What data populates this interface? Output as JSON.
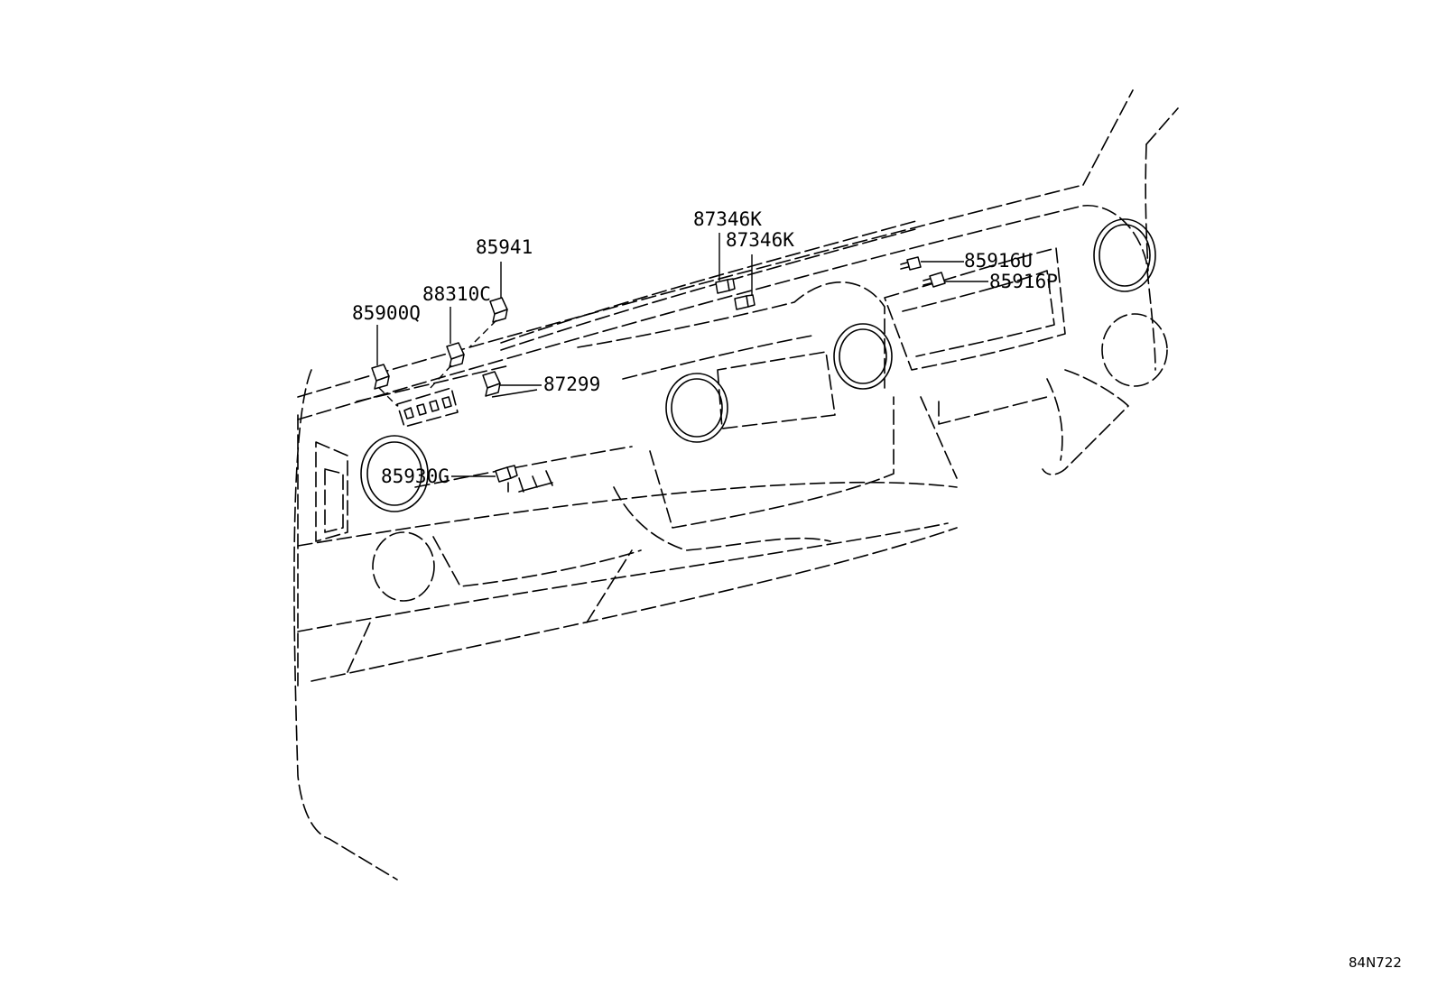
{
  "diagram": {
    "code": "84N722",
    "parts": [
      {
        "id": "p1",
        "label": "85941"
      },
      {
        "id": "p2",
        "label": "88310C"
      },
      {
        "id": "p3",
        "label": "85900Q"
      },
      {
        "id": "p4",
        "label": "87299"
      },
      {
        "id": "p5",
        "label": "85930G"
      },
      {
        "id": "p6",
        "label": "87346K"
      },
      {
        "id": "p7",
        "label": "87346K"
      },
      {
        "id": "p8",
        "label": "85916U"
      },
      {
        "id": "p9",
        "label": "85916P"
      }
    ]
  }
}
